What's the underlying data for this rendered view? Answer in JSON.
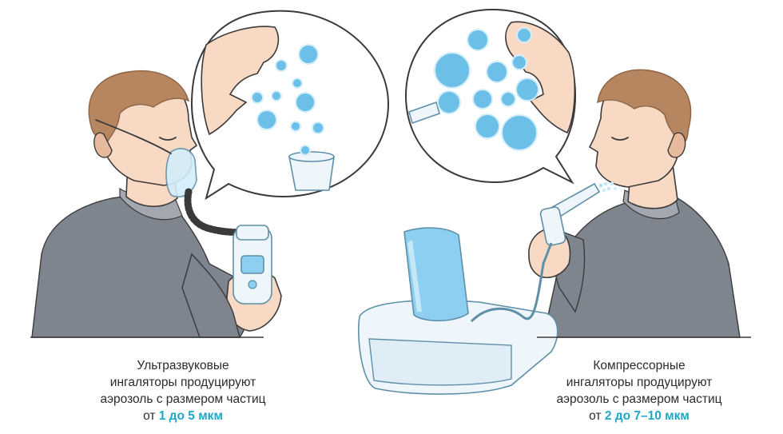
{
  "colors": {
    "skin": "#f7d9c4",
    "skin_shade": "#e7b99d",
    "hair": "#b5865f",
    "hair_dark": "#8e6444",
    "shirt": "#7f858f",
    "shirt_light": "#a3a8b0",
    "outline": "#3a3a3a",
    "bubble_fill": "#ffffff",
    "droplet": "#6cc0e8",
    "droplet_light": "#d3eefa",
    "device": "#eef6fb",
    "device_outline": "#5f8fa8",
    "tank": "#8ccff0",
    "highlight": "#1fa7c6",
    "text": "#2b2b2b"
  },
  "left_panel": {
    "device": "ultrasonic-nebulizer",
    "caption": {
      "line1": "Ультразвуковые",
      "line2": "ингаляторы продуцируют",
      "line3": "аэрозоль с размером частиц",
      "line4_prefix": "от ",
      "line4_highlight": "1 до 5 мкм"
    }
  },
  "right_panel": {
    "device": "compressor-nebulizer",
    "caption": {
      "line1": "Компрессорные",
      "line2": "ингаляторы продуцируют",
      "line3": "аэрозоль с размером частиц",
      "line4_prefix": "от ",
      "line4_highlight": "2 до 7–10 мкм"
    }
  },
  "icons": [
    "mask-icon",
    "mouthpiece-icon",
    "droplet-icon",
    "compressor-icon"
  ]
}
